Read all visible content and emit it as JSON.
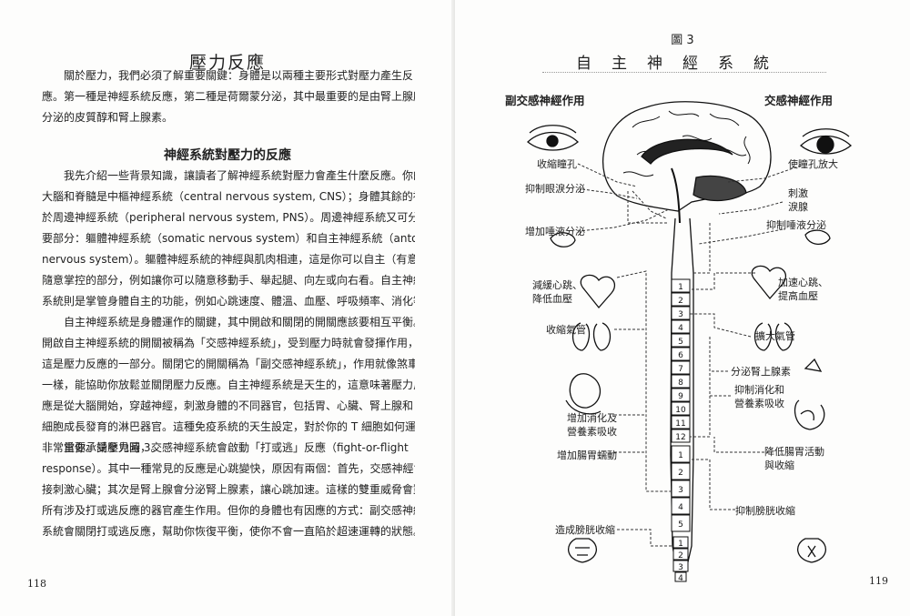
{
  "left_page": {
    "title": "壓力反應",
    "intro": [
      "關於壓力，我們必須了解重要關鍵：身體是以兩種主要形式對壓力產生反",
      "應。第一種是神經系統反應，第二種是荷爾蒙分泌，其中最重要的是由腎上腺所",
      "分泌的皮質醇和腎上腺素。"
    ],
    "subtitle": "神經系統對壓力的反應",
    "para1": [
      "我先介紹一些背景知識，讓讀者了解神經系統對壓力會產生什麼反應。你的",
      "大腦和脊髓是中樞神經系統（central nervous system, CNS）；身體其餘的神經則屬",
      "於周邊神經系統（peripheral nervous system, PNS）。周邊神經系統又可分為兩大主",
      "要部分：軀體神經系統（somatic nervous system）和自主神經系統（antonomic",
      "nervous system）。軀體神經系統的神經與肌肉相連，這是你可以自主（有意識地）",
      "隨意掌控的部分，例如讓你可以隨意移動手、舉起腿、向左或向右看。自主神經",
      "系統則是掌管身體自主的功能，例如心跳速度、體溫、血壓、呼吸頻率、消化等。"
    ],
    "para2": [
      "自主神經系統是身體運作的關鍵，其中開啟和關閉的開關應該要相互平衡。",
      "開啟自主神經系統的開關被稱為「交感神經系統」，受到壓力時就會發揮作用，",
      "這是壓力反應的一部分。關閉它的開關稱為「副交感神經系統」，作用就像煞車",
      "一樣，能協助你放鬆並關閉壓力反應。自主神經系統是天生的，這意味著壓力反",
      "應是從大腦開始，穿越神經，刺激身體的不同器官，包括胃、心臟、腎上腺和 T",
      "細胞成長發育的淋巴器官。這種免疫系統的天生設定，對於你的 T 細胞如何運作",
      "非常重要。請參見圖 3。"
    ],
    "para3": [
      "當你承受壓力時，交感神經系統會啟動「打或逃」反應（fight-or-flight",
      "response）。其中一種常見的反應是心跳變快，原因有兩個：首先，交感神經會直",
      "接刺激心臟；其次是腎上腺會分泌腎上腺素，讓心跳加速。這樣的雙重威脅會對",
      "所有涉及打或逃反應的器官產生作用。但你的身體也有因應的方式：副交感神經",
      "系統會關閉打或逃反應，幫助你恢復平衡，使你不會一直陷於超速運轉的狀態。"
    ],
    "page_number": "118"
  },
  "right_page": {
    "figure_number": "圖 3",
    "figure_title": "自主神經系統",
    "parasympathetic_heading": "副交感神經作用",
    "sympathetic_heading": "交感神經作用",
    "left_labels": {
      "pupil": "收縮瞳孔",
      "tears": "抑制眼淚分泌",
      "saliva": "增加唾液分泌",
      "heart": [
        "減緩心跳、",
        "降低血壓"
      ],
      "bronchi": "收縮氣管",
      "digestion": [
        "增加消化及",
        "營養素吸收"
      ],
      "bowel": "增加腸胃蠕動",
      "bladder": "造成膀胱收縮"
    },
    "right_labels": {
      "pupil": "使瞳孔放大",
      "tears": [
        "刺激",
        "淚腺"
      ],
      "saliva": "抑制唾液分泌",
      "heart": [
        "加速心跳、",
        "提高血壓"
      ],
      "bronchi": "擴大氣管",
      "adrenal": "分泌腎上腺素",
      "digestion": [
        "抑制消化和",
        "營養素吸收"
      ],
      "bowel": [
        "降低腸胃活動",
        "與收縮"
      ],
      "bladder": "抑制膀胱收縮"
    },
    "vertebra_labels": [
      "1",
      "2",
      "3",
      "4",
      "5",
      "6",
      "7",
      "8",
      "9",
      "10",
      "11",
      "12",
      "1",
      "2",
      "3",
      "4",
      "5",
      "1",
      "2",
      "3",
      "4"
    ],
    "page_number": "119"
  }
}
